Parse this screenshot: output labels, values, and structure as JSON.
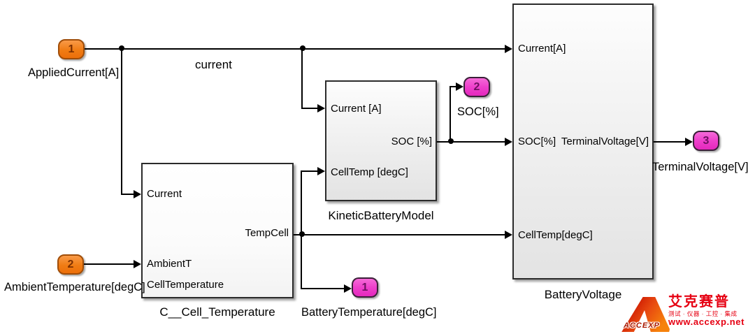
{
  "diagram": {
    "signal_label": "current",
    "inports": [
      {
        "number": "1",
        "label": "AppliedCurrent[A]"
      },
      {
        "number": "2",
        "label": "AmbientTemperature[degC]"
      }
    ],
    "outports": [
      {
        "number": "2",
        "label": "SOC[%]"
      },
      {
        "number": "1",
        "label": "BatteryTemperature[degC]"
      },
      {
        "number": "3",
        "label": "TerminalVoltage[V]"
      }
    ],
    "blocks": [
      {
        "name": "C__Cell_Temperature",
        "in1": "Current",
        "in2": "AmbientT",
        "in3": "CellTemperature",
        "out1": "TempCell"
      },
      {
        "name": "KineticBatteryModel",
        "in1": "Current [A]",
        "in2": "CellTemp [degC]",
        "out1": "SOC [%]"
      },
      {
        "name": "BatteryVoltage",
        "in1": "Current[A]",
        "in2": "SOC[%]",
        "in3": "CellTemp[degC]",
        "out1": "TerminalVoltage[V]"
      }
    ],
    "colors": {
      "inport_fill": "#F07C14",
      "outport_fill": "#EE3FCB",
      "wire": "#000000",
      "block_border": "#2B2B2B"
    }
  },
  "watermark": {
    "logo_text": "ACCEXP",
    "brand_cn": "艾克赛普",
    "tagline_cn": "测试 · 仪器 · 工控 · 集成",
    "url": "www.accexp.net",
    "color": "#E60012"
  }
}
